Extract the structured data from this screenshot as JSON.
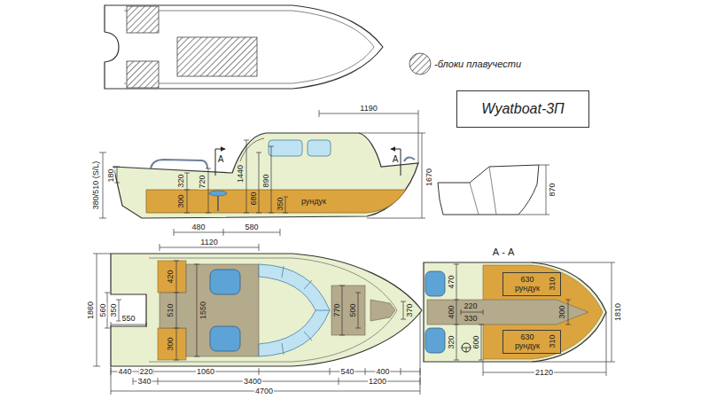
{
  "diagram": {
    "nodes": [
      {
        "text": [
          "Wyatboat-3П"
        ]
      },
      {
        "text": [
          "630",
          "рундук",
          "310"
        ]
      },
      {
        "text": [
          "630",
          "рундук",
          "310"
        ]
      }
    ],
    "labels": [
      "1190",
      "380/510 (S/L)",
      "180",
      "300",
      "320",
      "720",
      "1440",
      "680",
      "890",
      "350",
      "рундук",
      "1670",
      "480",
      "580",
      "А",
      "А",
      "870",
      "1120",
      "1860",
      "560",
      "350",
      "550",
      "420",
      "510",
      "300",
      "1550",
      "770",
      "500",
      "370",
      "440",
      "220",
      "340",
      "1060",
      "3400",
      "540",
      "400",
      "1200",
      "4700",
      "А - А",
      "470",
      "220",
      "330",
      "400",
      "320",
      "600",
      "300",
      "1810",
      "2120"
    ],
    "legend": [
      {
        "text": "-блоки плавучести"
      }
    ]
  }
}
